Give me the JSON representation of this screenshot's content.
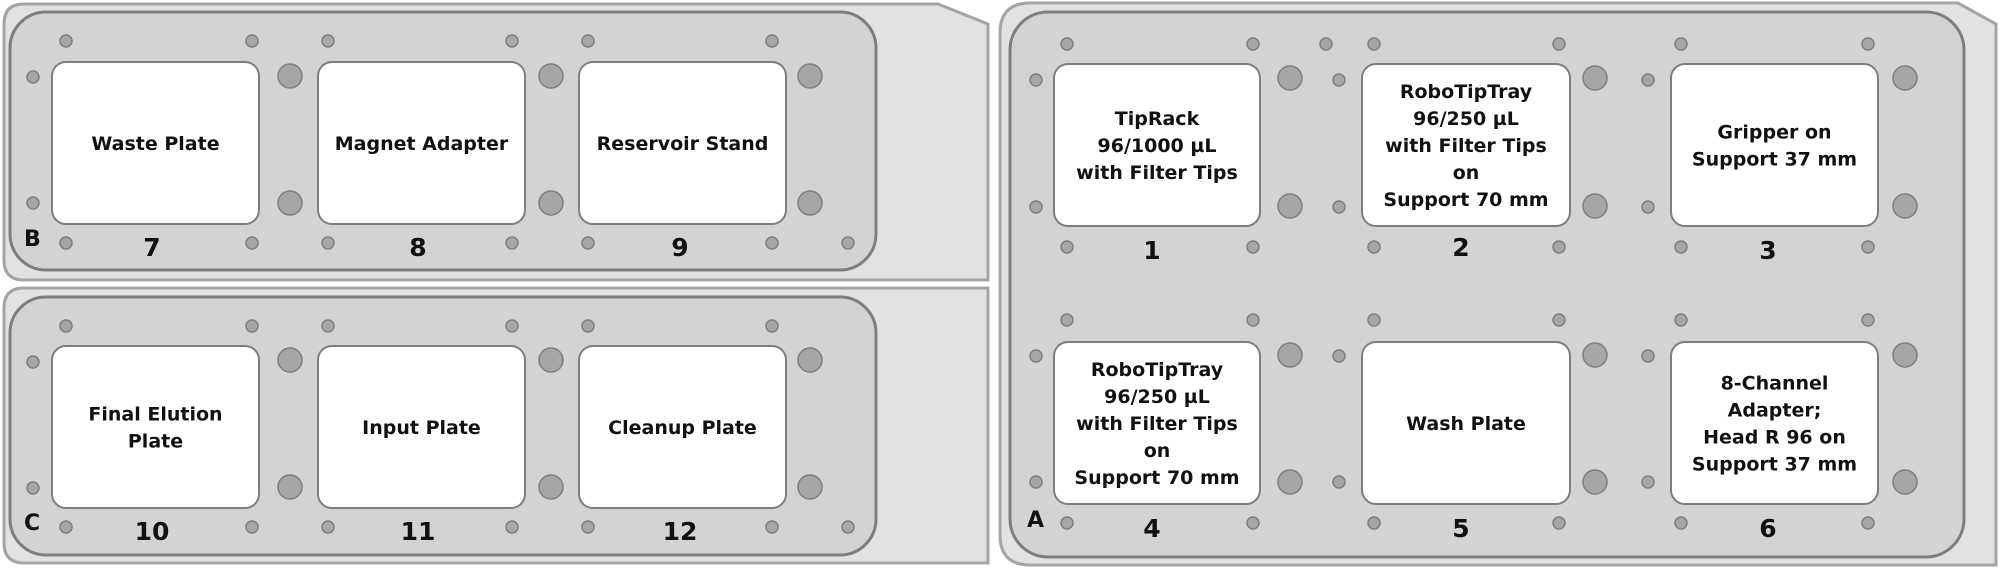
{
  "colors": {
    "outer_frame": "#e2e2e4",
    "frame_stroke": "#a4a4a4",
    "inner_plate": "#d3d3d5",
    "plate_stroke": "#7e7e7e",
    "slot_fill": "#ffffff",
    "pin_fill": "#a6a6a6",
    "pin_stroke": "#7e7e7e"
  },
  "modules": [
    {
      "id": "B",
      "label": "B",
      "positions": [
        {
          "number": "7",
          "lines": [
            "Waste Plate"
          ]
        },
        {
          "number": "8",
          "lines": [
            "Magnet Adapter"
          ]
        },
        {
          "number": "9",
          "lines": [
            "Reservoir Stand"
          ]
        }
      ]
    },
    {
      "id": "C",
      "label": "C",
      "positions": [
        {
          "number": "10",
          "lines": [
            "Final Elution",
            "Plate"
          ]
        },
        {
          "number": "11",
          "lines": [
            "Input Plate"
          ]
        },
        {
          "number": "12",
          "lines": [
            "Cleanup Plate"
          ]
        }
      ]
    },
    {
      "id": "A",
      "label": "A",
      "positions": [
        {
          "number": "1",
          "lines": [
            "TipRack",
            "96/1000 µL",
            "with Filter Tips"
          ]
        },
        {
          "number": "2",
          "lines": [
            "RoboTipTray",
            "96/250 µL",
            "with Filter Tips",
            "on",
            "Support 70 mm"
          ]
        },
        {
          "number": "3",
          "lines": [
            "Gripper on",
            "Support 37 mm"
          ]
        },
        {
          "number": "4",
          "lines": [
            "RoboTipTray",
            "96/250 µL",
            "with Filter Tips",
            "on",
            "Support 70 mm"
          ]
        },
        {
          "number": "5",
          "lines": [
            "Wash Plate"
          ]
        },
        {
          "number": "6",
          "lines": [
            "8-Channel",
            "Adapter;",
            "Head R 96 on",
            "Support 37 mm"
          ]
        }
      ]
    }
  ]
}
